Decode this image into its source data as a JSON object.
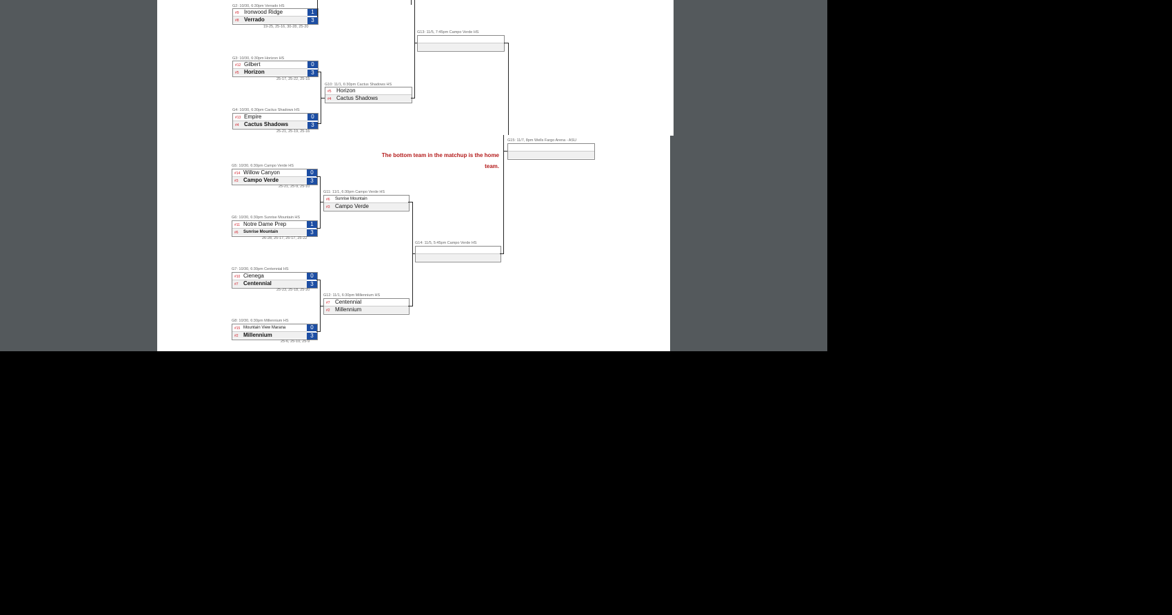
{
  "note": {
    "line1": "The bottom team in the matchup is the home",
    "line2": "team."
  },
  "matches": {
    "g2": {
      "label": "G2: 10/30, 6:30pm Verrado HS",
      "t1_seed": "#9",
      "t1_name": "Ironwood Ridge",
      "t1_score": "1",
      "t2_seed": "#8",
      "t2_name": "Verrado",
      "t2_score": "3",
      "sets": "19-25, 25-16, 30-28, 25-20"
    },
    "g3": {
      "label": "G3: 10/30, 6:30pm Horizon HS",
      "t1_seed": "#12",
      "t1_name": "Gilbert",
      "t1_score": "0",
      "t2_seed": "#5",
      "t2_name": "Horizon",
      "t2_score": "3",
      "sets": "25-17, 25-22, 25-15"
    },
    "g4": {
      "label": "G4: 10/30, 6:30pm Cactus Shadows HS",
      "t1_seed": "#13",
      "t1_name": "Empire",
      "t1_score": "0",
      "t2_seed": "#4",
      "t2_name": "Cactus Shadows",
      "t2_score": "3",
      "sets": "25-21, 25-19, 25-16",
      "sets_cut": "25-21, 25-19, 25-16"
    },
    "g5": {
      "label": "G5: 10/30, 6:30pm Campo Verde HS",
      "t1_seed": "#14",
      "t1_name": "Willow Canyon",
      "t1_score": "0",
      "t2_seed": "#3",
      "t2_name": "Campo Verde",
      "t2_score": "3",
      "sets": "25-21, 25-9, 25-10"
    },
    "g6": {
      "label": "G6: 10/30, 6:30pm Sunrise Mountain HS",
      "t1_seed": "#11",
      "t1_name": "Notre Dame Prep",
      "t1_score": "1",
      "t2_seed": "#6",
      "t2_name": "Sunrise Mountain",
      "t2_score": "3",
      "sets": "26-28, 25-17, 25-17, 25-22"
    },
    "g7": {
      "label": "G7: 10/30, 6:30pm Centennial HS",
      "t1_seed": "#10",
      "t1_name": "Cienega",
      "t1_score": "0",
      "t2_seed": "#7",
      "t2_name": "Centennial",
      "t2_score": "3",
      "sets": "25-23, 25-18, 25-20"
    },
    "g8": {
      "label": "G8: 10/30, 6:30pm Millennium HS",
      "t1_seed": "#15",
      "t1_name": "Mountain View Marana",
      "t1_score": "0",
      "t2_seed": "#2",
      "t2_name": "Millennium",
      "t2_score": "3",
      "sets": "25-6, 25-10, 25-9"
    },
    "g10": {
      "label": "G10: 11/1, 6:30pm Cactus Shadows HS",
      "t1_seed": "#5",
      "t1_name": "Horizon",
      "t2_seed": "#4",
      "t2_name": "Cactus Shadows"
    },
    "g11": {
      "label": "G11: 11/1, 6:30pm Campo Verde HS",
      "t1_seed": "#6",
      "t1_name": "Sunrise Mountain",
      "t2_seed": "#3",
      "t2_name": "Campo Verde"
    },
    "g12": {
      "label": "G12: 11/1, 6:30pm Millennium HS",
      "t1_seed": "#7",
      "t1_name": "Centennial",
      "t2_seed": "#2",
      "t2_name": "Millennium"
    },
    "g13": {
      "label": "G13: 11/5, 7:45pm Campo Verde HS"
    },
    "g14": {
      "label": "G14: 11/5, 5:45pm Campo Verde HS"
    },
    "g15": {
      "label": "G15: 11/7, 8pm Wells Fargo Arena - ASU"
    }
  }
}
